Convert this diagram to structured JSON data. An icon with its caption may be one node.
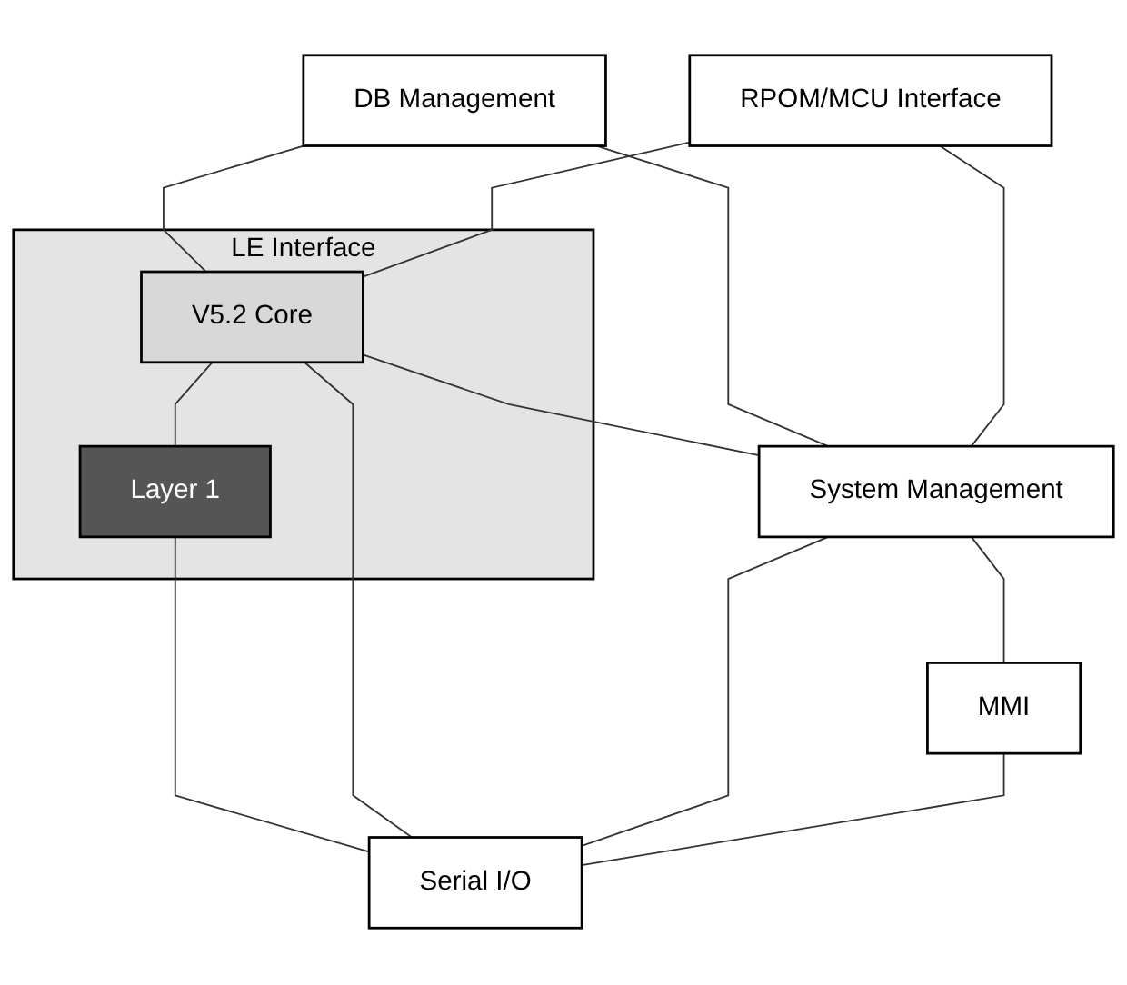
{
  "diagram": {
    "nodes": [
      {
        "text": [
          "DB Management"
        ]
      },
      {
        "text": [
          "RPOM/MCU Interface"
        ]
      },
      {
        "text": [
          "LE Interface"
        ]
      },
      {
        "text": [
          "V5.2 Core"
        ],
        "in": 2
      },
      {
        "text": [
          "Layer 1"
        ],
        "in": 2
      },
      {
        "text": [
          "System Management"
        ]
      },
      {
        "text": [
          "MMI"
        ]
      },
      {
        "text": [
          "Serial I/O"
        ]
      }
    ],
    "edges": [
      {
        "from": 0,
        "to": 3,
        "arrow": "none"
      },
      {
        "from": 0,
        "to": 5,
        "arrow": "none"
      },
      {
        "from": 1,
        "to": 3,
        "arrow": "none"
      },
      {
        "from": 1,
        "to": 5,
        "arrow": "none"
      },
      {
        "from": 3,
        "to": 5,
        "arrow": "none"
      },
      {
        "from": 3,
        "to": 4,
        "arrow": "none"
      },
      {
        "from": 4,
        "to": 7,
        "arrow": "none"
      },
      {
        "from": 3,
        "to": 7,
        "arrow": "none"
      },
      {
        "from": 5,
        "to": 7,
        "arrow": "none"
      },
      {
        "from": 5,
        "to": 6,
        "arrow": "none"
      },
      {
        "from": 6,
        "to": 7,
        "arrow": "none"
      }
    ]
  }
}
